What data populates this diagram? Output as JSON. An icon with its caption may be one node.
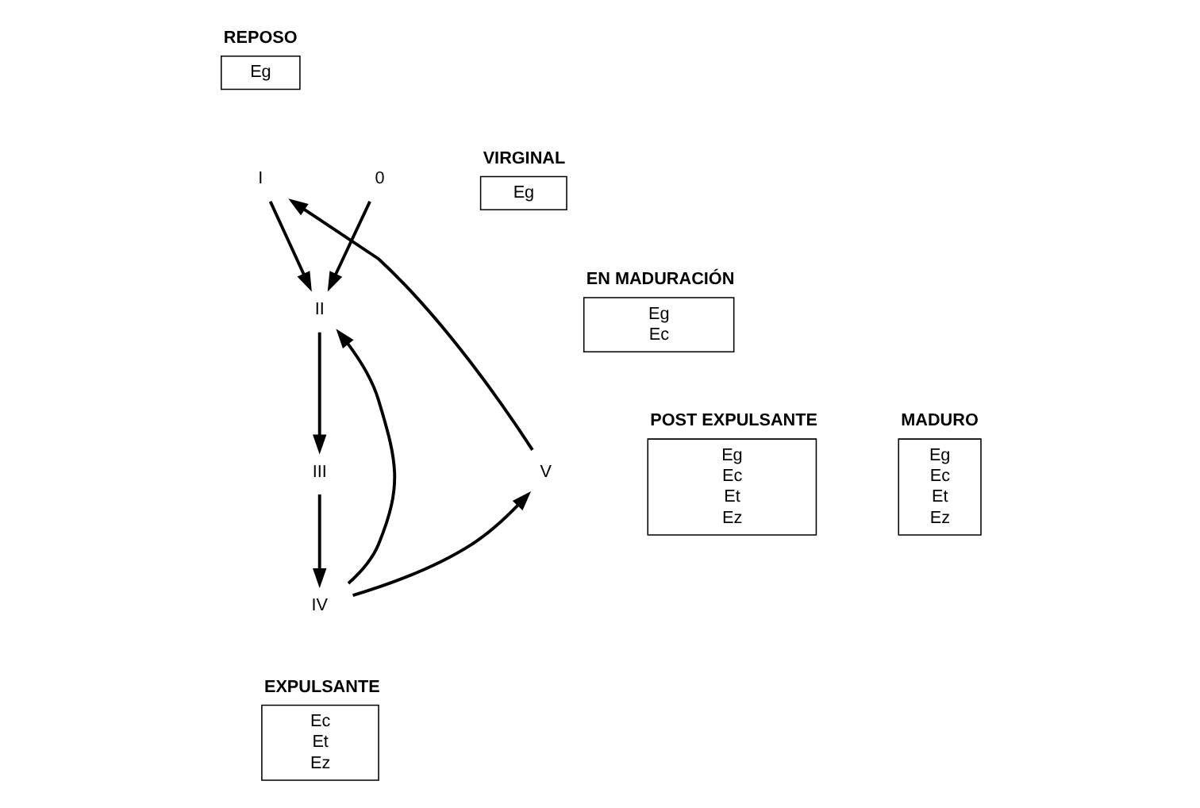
{
  "diagram": {
    "nodes": [
      {
        "text": [
          "REPOSO",
          "Eg"
        ]
      },
      {
        "text": [
          "0"
        ]
      },
      {
        "text": [
          "VIRGINAL",
          "Eg"
        ]
      },
      {
        "text": [
          "I"
        ]
      },
      {
        "text": [
          "II"
        ]
      },
      {
        "text": [
          "EN MADURACIÓN",
          "Eg",
          "Ec"
        ]
      },
      {
        "text": [
          "V"
        ]
      },
      {
        "text": [
          "POST EXPULSANTE",
          "Eg",
          "Ec",
          "Et",
          "Ez"
        ]
      },
      {
        "text": [
          "III"
        ]
      },
      {
        "text": [
          "MADURO",
          "Eg",
          "Ec",
          "Et",
          "Ez"
        ]
      },
      {
        "text": [
          "IV"
        ]
      },
      {
        "text": [
          "EXPULSANTE",
          "Ec",
          "Et",
          "Ez"
        ]
      }
    ],
    "edges": [
      {
        "from": 1,
        "to": 4,
        "arrow": "to"
      },
      {
        "from": 3,
        "to": 4,
        "arrow": "to"
      },
      {
        "from": 4,
        "to": 8,
        "arrow": "to"
      },
      {
        "from": 8,
        "to": 10,
        "arrow": "to"
      },
      {
        "from": 10,
        "to": 6,
        "arrow": "to"
      },
      {
        "from": 6,
        "to": 3,
        "arrow": "to"
      },
      {
        "from": 10,
        "to": 4,
        "arrow": "to"
      }
    ]
  }
}
